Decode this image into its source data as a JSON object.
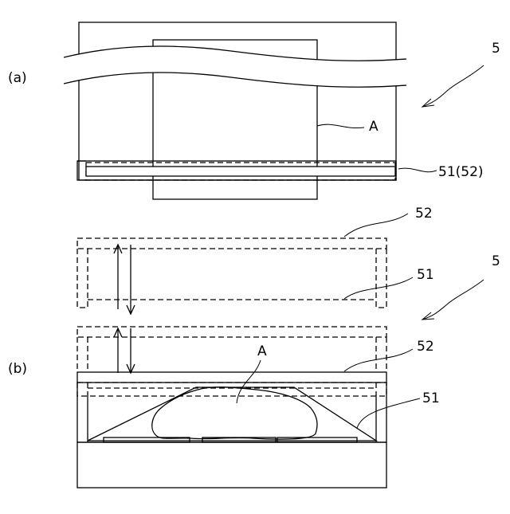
{
  "figure": {
    "panel_a": {
      "label": "(a)",
      "ref_device": "5",
      "ref_object": "A",
      "ref_frame": "51(52)"
    },
    "panel_b": {
      "label": "(b)",
      "ref_device": "5",
      "ref_object": "A",
      "ref_upper_top": "52",
      "ref_upper_frame": "51",
      "ref_cover": "52",
      "ref_frame": "51"
    }
  }
}
